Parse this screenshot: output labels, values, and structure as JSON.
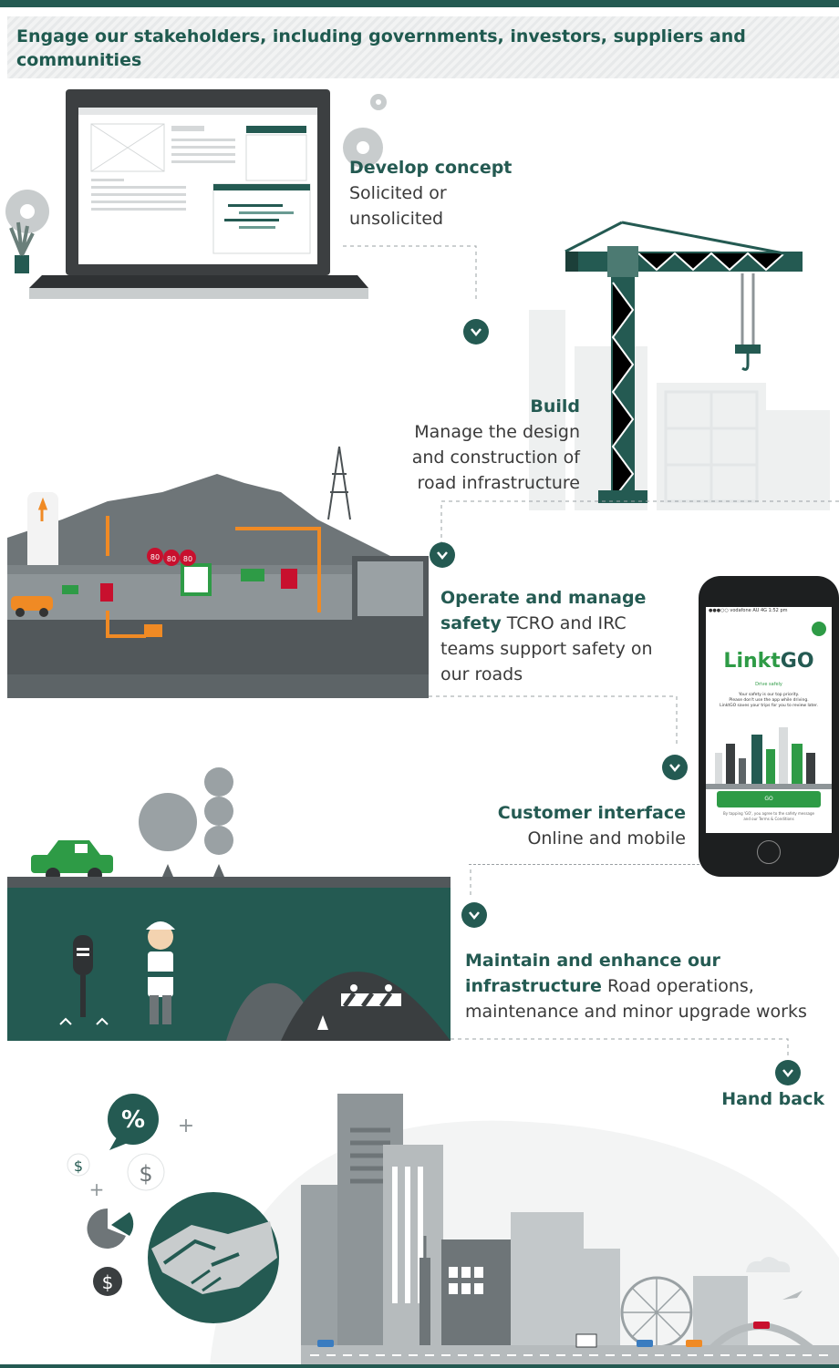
{
  "banner": {
    "text": "Engage our stakeholders, including governments, investors, suppliers and communities"
  },
  "steps": {
    "develop": {
      "title": "Develop concept",
      "desc1": "Solicited or",
      "desc2": "unsolicited"
    },
    "build": {
      "title": "Build",
      "desc1": "Manage the design",
      "desc2": "and construction of",
      "desc3": "road infrastructure"
    },
    "operate": {
      "title": "Operate and manage",
      "title2": "safety",
      "desc_inline": " TCRO and IRC",
      "desc2": "teams support safety on",
      "desc3": "our roads"
    },
    "customer": {
      "title": "Customer interface",
      "desc": "Online and mobile"
    },
    "maintain": {
      "title": "Maintain and enhance our",
      "title2": "infrastructure",
      "desc_inline": " Road operations,",
      "desc2": "maintenance and minor upgrade works"
    },
    "handback": {
      "title": "Hand back"
    }
  },
  "phone": {
    "status": "●●●○○ vodafone AU 4G  1:52 pm",
    "brand_a": "Linkt",
    "brand_b": "GO",
    "drive_safely": "Drive safely",
    "msg1": "Your safety is our top priority.",
    "msg2": "Please don't use the app while driving.",
    "msg3": "LinktGO saves your trips for you to review later.",
    "go": "GO",
    "fine1": "By tapping 'GO', you agree to the safety message",
    "fine2": "and our Terms & Conditions"
  },
  "tunnel_signs": {
    "speed": "80"
  },
  "finance": {
    "percent": "%",
    "dollar": "$",
    "plus": "+"
  },
  "colors": {
    "brand_green": "#245a52",
    "accent_green": "#2e9b46",
    "orange": "#f08a24",
    "grey": "#8e9598"
  }
}
